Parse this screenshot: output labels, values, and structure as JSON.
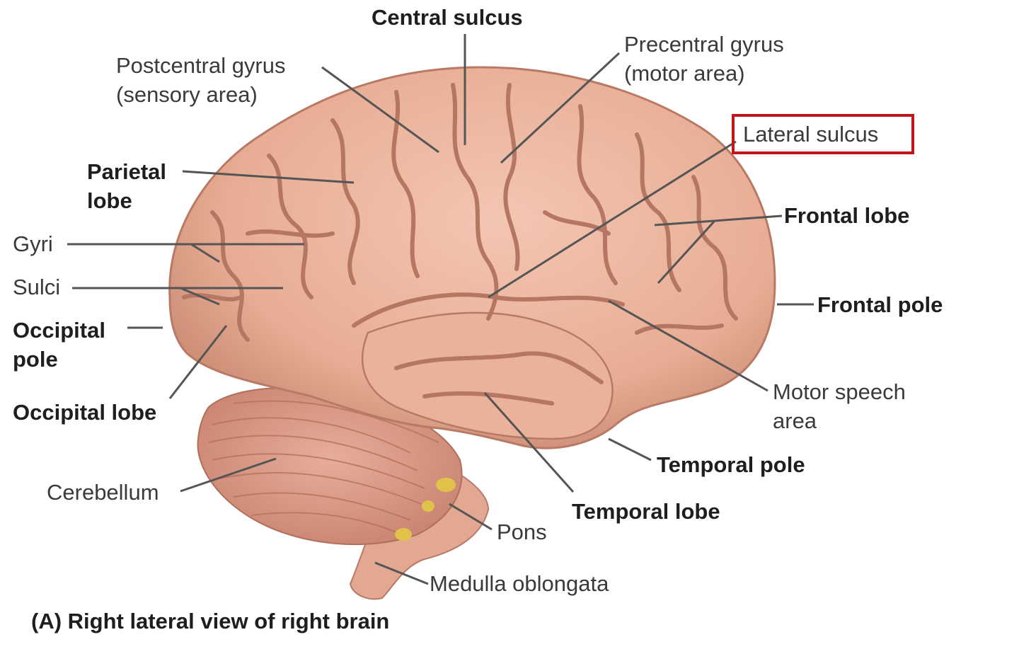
{
  "labels": {
    "central_sulcus": "Central sulcus",
    "postcentral_gyrus": "Postcentral gyrus\n(sensory area)",
    "precentral_gyrus": "Precentral gyrus\n(motor area)",
    "lateral_sulcus": "Lateral sulcus",
    "parietal_lobe": "Parietal\nlobe",
    "frontal_lobe": "Frontal lobe",
    "gyri": "Gyri",
    "sulci": "Sulci",
    "frontal_pole": "Frontal pole",
    "occipital_pole": "Occipital\npole",
    "motor_speech_area": "Motor speech\narea",
    "occipital_lobe": "Occipital lobe",
    "temporal_pole": "Temporal pole",
    "cerebellum": "Cerebellum",
    "temporal_lobe": "Temporal lobe",
    "pons": "Pons",
    "medulla_oblongata": "Medulla oblongata"
  },
  "caption": "(A) Right lateral view of right brain",
  "colors": {
    "cerebrum": "#e8ad94",
    "cerebrum_shadow": "#c98a72",
    "sulcus_line": "#b57662",
    "cerebellum": "#d99a86",
    "brainstem": "#e3a892",
    "pons_highlight": "#e0c24a",
    "leader_line": "#555555",
    "highlight_box": "#c0161c"
  }
}
